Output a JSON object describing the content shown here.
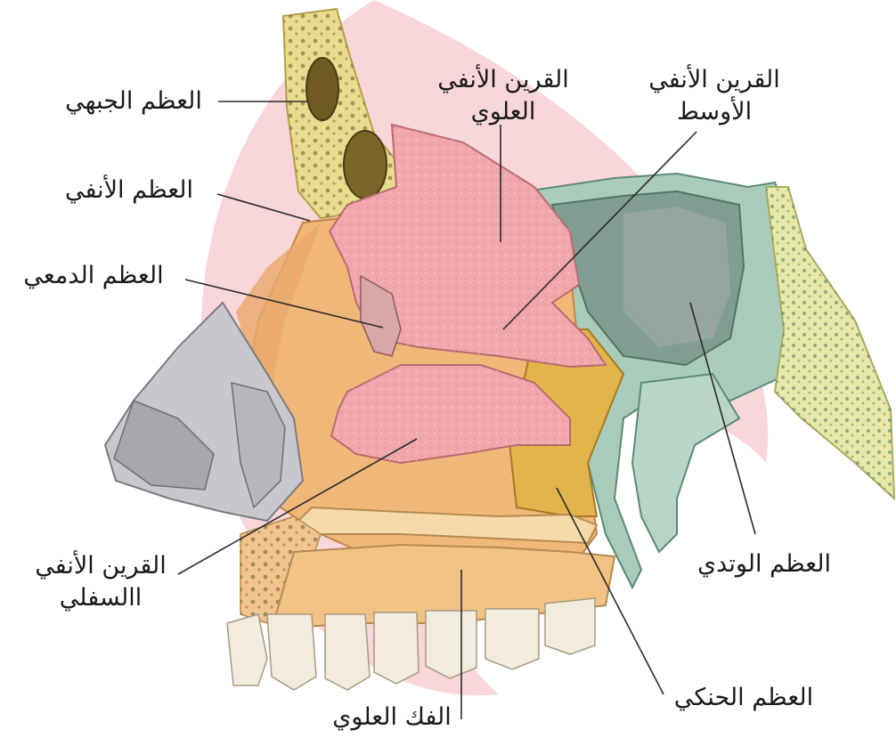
{
  "colors": {
    "background": "#ffffff",
    "watermark": "#f7cfd2",
    "frontal_bone": "#e8dc8e",
    "nasal_bone": "#f1cf9a",
    "orange_bone": "#f0b878",
    "turbinate_pink": "#f0a7ab",
    "sphenoid_green": "#a9cbbb",
    "palatine_yellow": "#e2b44c",
    "cartilage_gray": "#c8c8cc",
    "teeth": "#f2ecde",
    "leader_line": "#2a2a2a"
  },
  "labels": {
    "frontal_bone": "العظم الجبهي",
    "nasal_bone": "العظم الأنفي",
    "lacrimal_bone": "العظم الدمعي",
    "superior_concha_line1": "القرين الأنفي",
    "superior_concha_line2": "العلوي",
    "middle_concha_line1": "القرين الأنفي",
    "middle_concha_line2": "الأوسط",
    "inferior_concha_line1": "القرين الأنفي",
    "inferior_concha_line2": "االسفلي",
    "sphenoid_bone": "العظم الوتدي",
    "palatine_bone": "العظم الحنكي",
    "maxilla": "الفك العلوي"
  }
}
